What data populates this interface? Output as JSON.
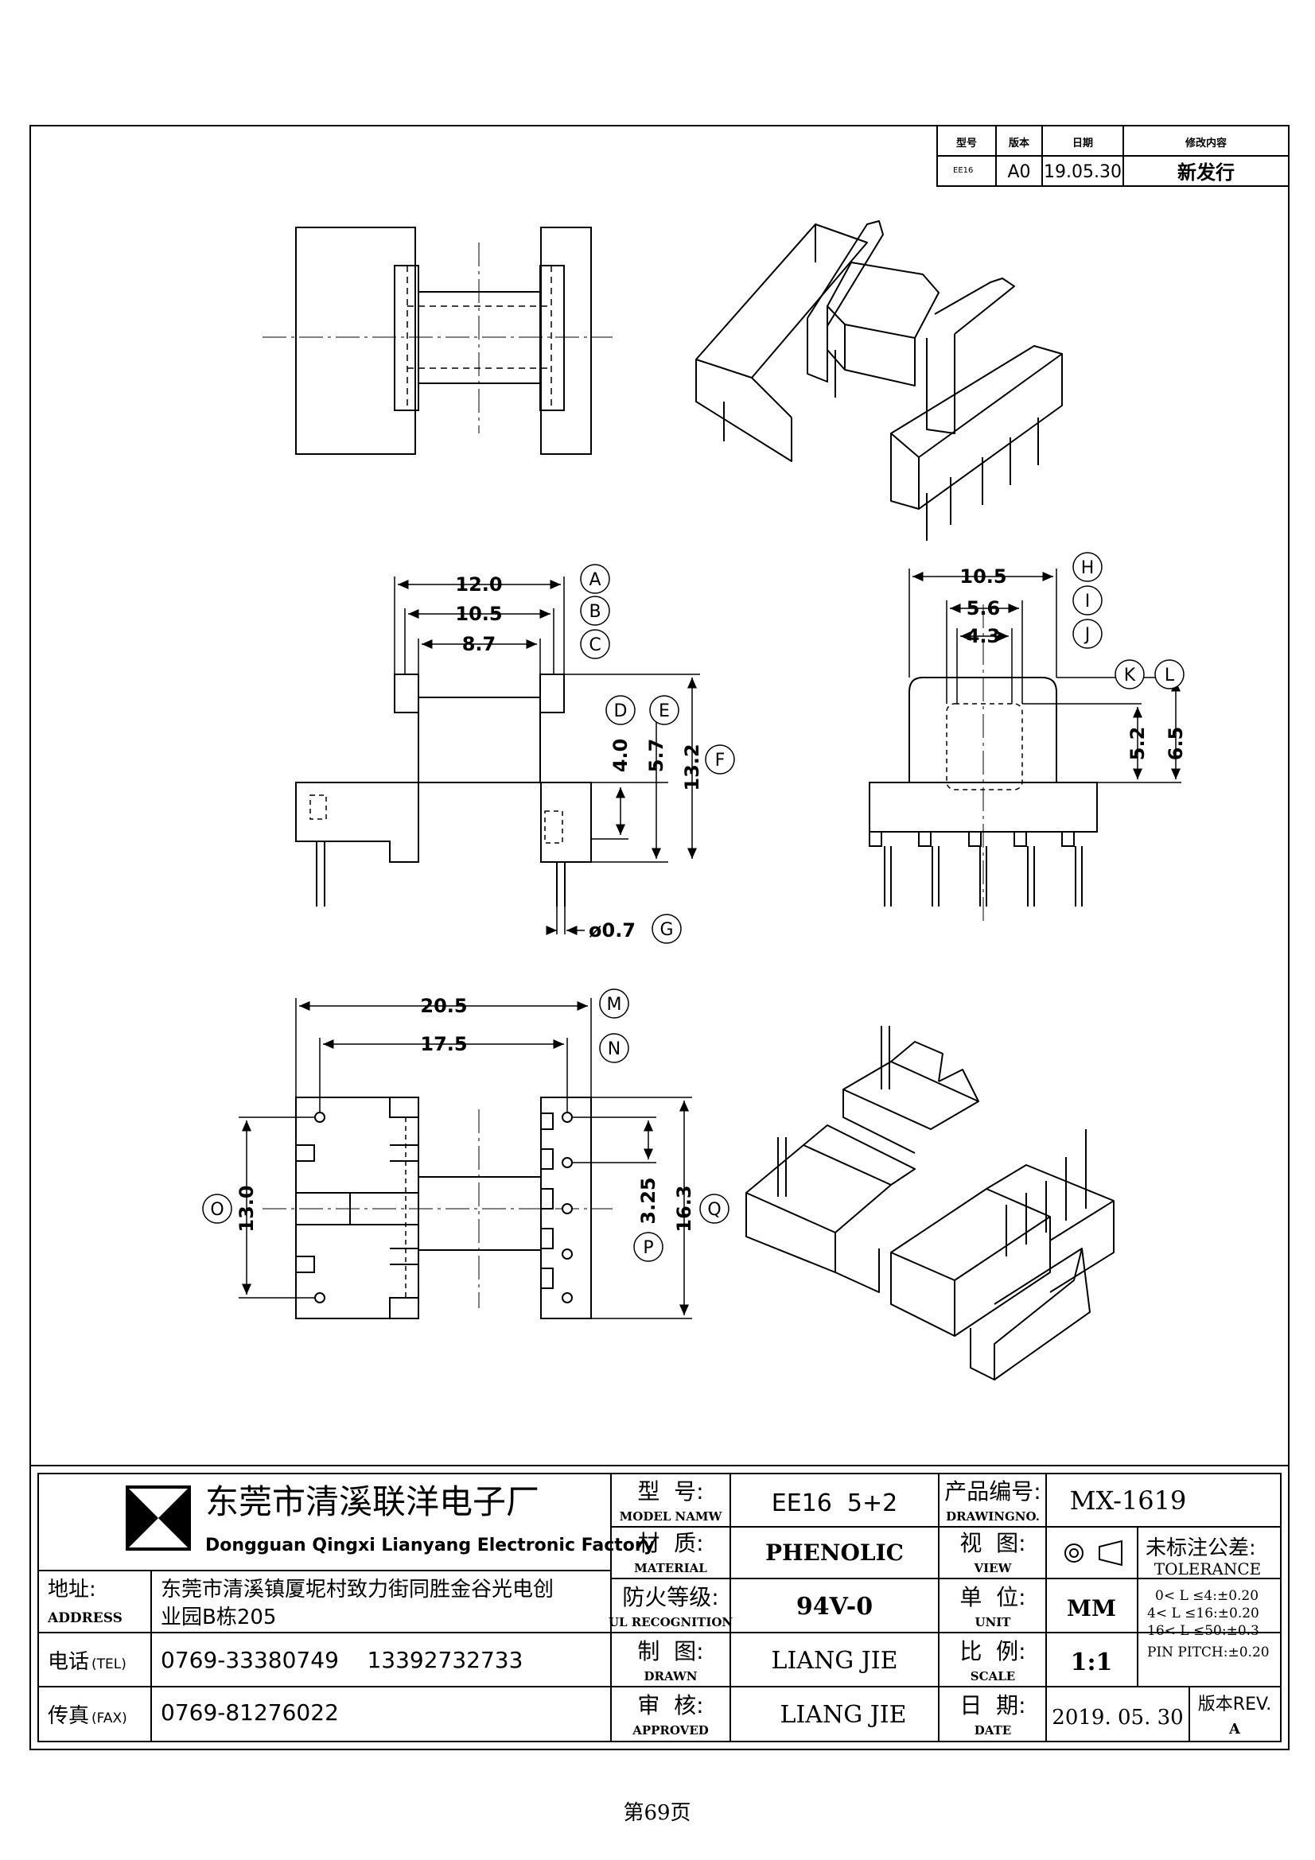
{
  "revision_table": {
    "headers": [
      "型号",
      "版本",
      "日期",
      "修改内容"
    ],
    "row": [
      "EE16",
      "A0",
      "19.05.30",
      "新发行"
    ]
  },
  "dimensions": {
    "a": "12.0",
    "b": "10.5",
    "c": "8.7",
    "d": "4.0",
    "e": "5.7",
    "f": "13.2",
    "g": "ø0.7",
    "h": "10.5",
    "i": "5.6",
    "j": "4.3",
    "k": "5.2",
    "l": "6.5",
    "m": "20.5",
    "n": "17.5",
    "o": "13.0",
    "p": "3.25",
    "q": "16.3"
  },
  "callouts": [
    "A",
    "B",
    "C",
    "D",
    "E",
    "F",
    "G",
    "H",
    "I",
    "J",
    "K",
    "L",
    "M",
    "N",
    "O",
    "P",
    "Q"
  ],
  "title_block": {
    "company_cn": "东莞市清溪联洋电子厂",
    "company_en": "Dongguan Qingxi Lianyang Electronic Factory",
    "address_label": "地址:",
    "address_label_en": "ADDRESS",
    "address_line1": "东莞市清溪镇厦坭村致力街同胜金谷光电创",
    "address_line2": "业园B栋205",
    "tel_label": "电话",
    "tel_label_en": "(TEL)",
    "tel_value": "0769-33380749    13392732733",
    "fax_label": "传真",
    "fax_label_en": "(FAX)",
    "fax_value": "0769-81276022",
    "model_label": "型  号:",
    "model_label_en": "MODEL NAMW",
    "model_value": "EE16  5+2",
    "product_no_label": "产品编号:",
    "product_no_label_en": "DRAWINGNO.",
    "product_no_value": "MX-1619",
    "material_label": "材  质:",
    "material_label_en": "MATERIAL",
    "material_value": "PHENOLIC",
    "view_label": "视  图:",
    "view_label_en": "VIEW",
    "tolerance_label": "未标注公差:",
    "tolerance_label_en": "TOLERANCE",
    "tolerance_1": "0< L ≤4:±0.20",
    "tolerance_2": "4< L ≤16:±0.20",
    "tolerance_3": "16< L ≤50:±0.3",
    "tolerance_4": "PIN PITCH:±0.20",
    "fire_label": "防火等级:",
    "fire_label_en": "UL RECOGNITION",
    "fire_value": "94V-0",
    "unit_label": "单  位:",
    "unit_label_en": "UNIT",
    "unit_value": "MM",
    "drawn_label": "制  图:",
    "drawn_label_en": "DRAWN",
    "drawn_value": "LIANG JIE",
    "scale_label": "比  例:",
    "scale_label_en": "SCALE",
    "scale_value": "1:1",
    "approved_label": "审  核:",
    "approved_label_en": "APPROVED",
    "approved_value": "LIANG JIE",
    "date_label": "日  期:",
    "date_label_en": "DATE",
    "date_value": "2019. 05. 30",
    "rev_label": "版本REV.",
    "rev_value": "A"
  },
  "page_number": "第69页"
}
